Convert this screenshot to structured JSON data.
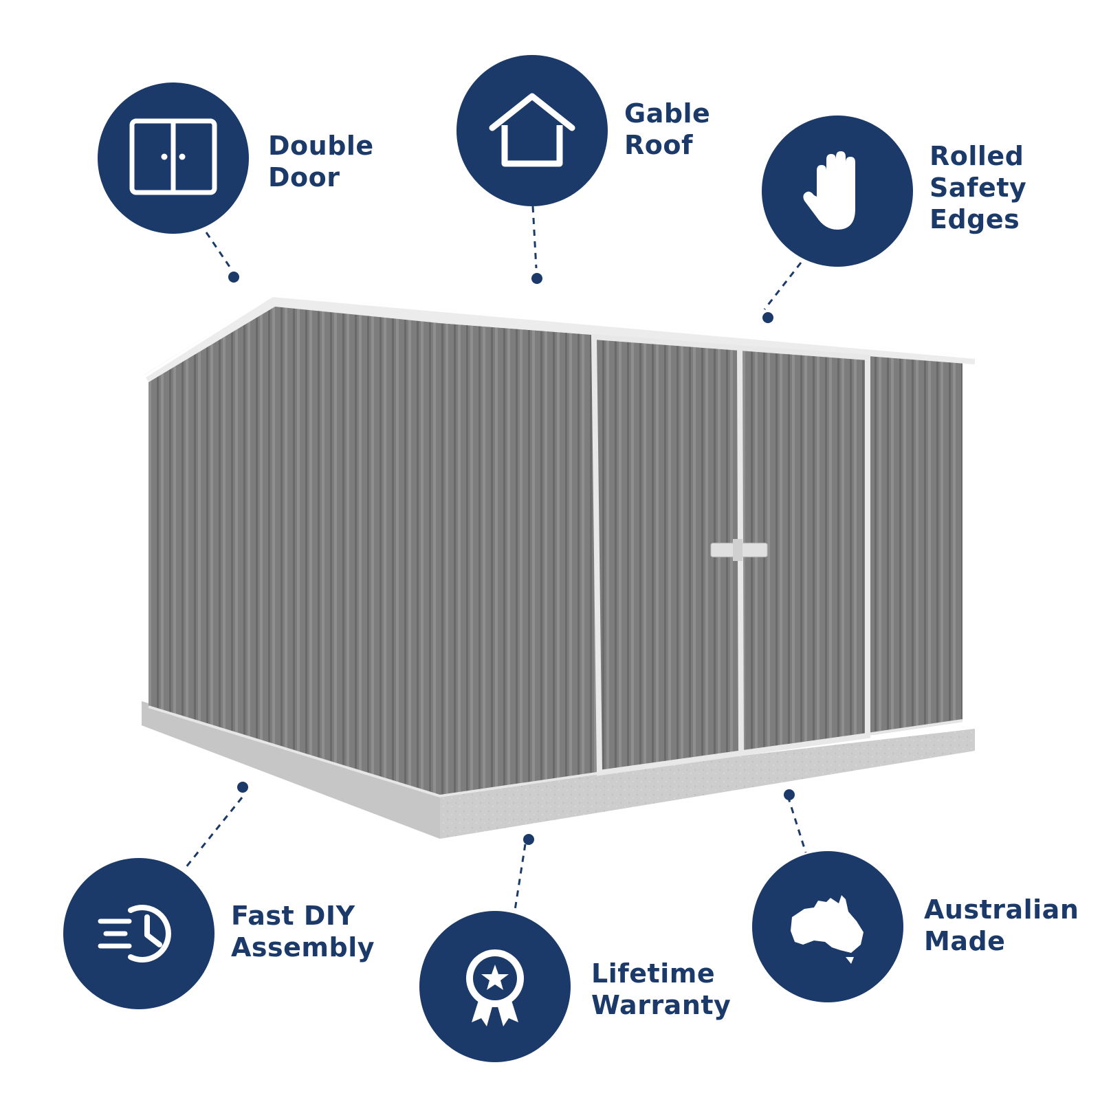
{
  "colors": {
    "brand_navy": "#1b3a69",
    "icon_white": "#ffffff",
    "shed_gray": "#7b7b7b",
    "base_concrete": "#cfcfcf"
  },
  "product_image": {
    "icon": "steel-shed-illustration"
  },
  "features": [
    {
      "icon": "double-door-icon",
      "lines": [
        "Double",
        "Door"
      ]
    },
    {
      "icon": "house-icon",
      "lines": [
        "Gable",
        "Roof"
      ]
    },
    {
      "icon": "hand-icon",
      "lines": [
        "Rolled",
        "Safety",
        "Edges"
      ]
    },
    {
      "icon": "clock-speed-icon",
      "lines": [
        "Fast DIY",
        "Assembly"
      ]
    },
    {
      "icon": "award-ribbon-icon",
      "lines": [
        "Lifetime",
        "Warranty"
      ]
    },
    {
      "icon": "australia-map-icon",
      "lines": [
        "Australian",
        "Made"
      ]
    }
  ]
}
